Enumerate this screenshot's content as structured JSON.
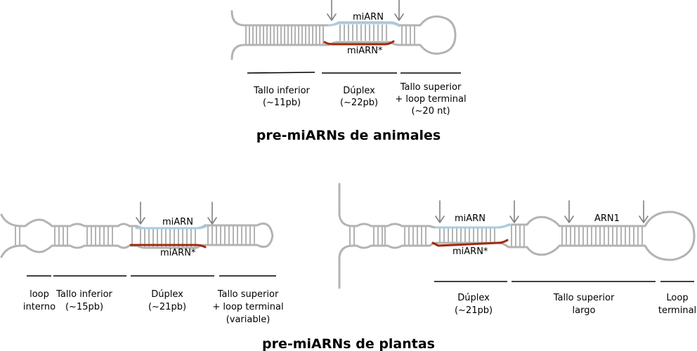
{
  "animal": {
    "title": "pre-miARNs de animales",
    "mirna": "miARN",
    "mirna_star": "miARN*",
    "sections": [
      {
        "lines": [
          "Tallo inferior",
          "(~11pb)"
        ]
      },
      {
        "lines": [
          "Dúplex",
          "(~22pb)"
        ]
      },
      {
        "lines": [
          "Tallo superior",
          "+ loop terminal",
          "(~20 nt)"
        ]
      }
    ]
  },
  "plant": {
    "title": "pre-miARNs de plantas",
    "mirna": "miARN",
    "mirna_star": "miARN*",
    "sections": [
      {
        "lines": [
          "loop",
          "interno"
        ]
      },
      {
        "lines": [
          "Tallo inferior",
          "(~15pb)"
        ]
      },
      {
        "lines": [
          "Dúplex",
          "(~21pb)"
        ]
      },
      {
        "lines": [
          "Tallo superior",
          "+ loop terminal",
          "(variable)"
        ]
      }
    ]
  },
  "plant_long": {
    "mirna": "miARN",
    "mirna_star": "miARN*",
    "arn1": "ARN1",
    "sections": [
      {
        "lines": [
          "Dúplex",
          "(~21pb)"
        ]
      },
      {
        "lines": [
          "Tallo superior",
          "largo"
        ]
      },
      {
        "lines": [
          "Loop",
          "terminal"
        ]
      }
    ]
  },
  "colors": {
    "strand": "#b3b3b3",
    "mirna": "#a9cde0",
    "mirna_star": "#a0290c",
    "arrow": "#808080"
  }
}
